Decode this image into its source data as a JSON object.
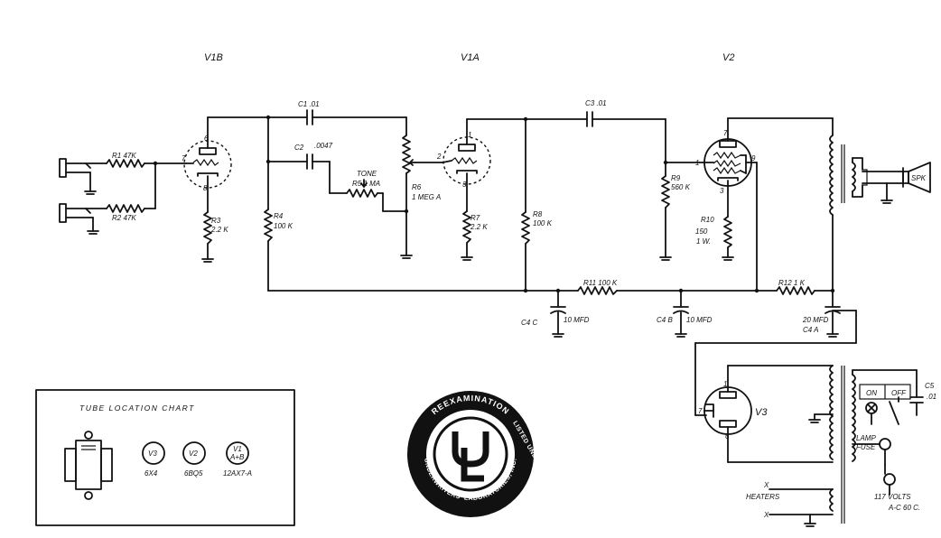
{
  "title": "",
  "tubes": {
    "v1b": {
      "name": "V1B"
    },
    "v1a": {
      "name": "V1A"
    },
    "v2": {
      "name": "V2"
    },
    "v3": {
      "name": "V3"
    }
  },
  "components": {
    "c1": "C1  .01",
    "c2": "C2",
    "c2_val": ".0047",
    "c3": "C3  .01",
    "r1": "R1  47K",
    "r2": "R2  47K",
    "r3": "R3",
    "r3_val": "2.2 K",
    "r4": "R4",
    "r4_val": "100 K",
    "r5": "R5   1 MA",
    "r5_tone": "TONE",
    "r6": "R6",
    "r6_val": "1 MEG A",
    "r7": "R7",
    "r7_val": "2.2 K",
    "r8": "R8",
    "r8_val": "100 K",
    "r9": "R9",
    "r9_val": "560 K",
    "r10": "R10",
    "r10_val": "150",
    "r10_watt": "1 W.",
    "r11": "R11  100 K",
    "r12": "R12  1 K",
    "c4c": "C4 C",
    "c4c_val": "10 MFD",
    "c4b": "C4 B",
    "c4b_val": "10 MFD",
    "c4a": "C4 A",
    "c4a_val": "20 MFD",
    "c5": "C5",
    "c5_val": ".01",
    "spk": "SPK"
  },
  "pins": {
    "p_v1b_plate": "6",
    "p_v1b_grid": "7",
    "p_v1b_cath": "8",
    "p_v1a_plate": "1",
    "p_v1a_grid": "2",
    "p_v1a_cath": "3",
    "p_v2_plate": "7",
    "p_v2_grid": "1",
    "p_v2_g2": "9",
    "p_v2_cath": "3",
    "p_v3_a": "1",
    "p_v3_b": "7",
    "p_v3_k": "6"
  },
  "power": {
    "on": "ON",
    "off": "OFF",
    "lamp": "LAMP",
    "fuse": "FUSE",
    "mains": "117 VOLTS",
    "mains_sub": "A-C  60 C.",
    "heaters": "HEATERS",
    "x1": "X",
    "x2": "X"
  },
  "chart": {
    "title": "TUBE LOCATION CHART",
    "tubes": [
      {
        "label": "V3",
        "type": "6X4"
      },
      {
        "label": "V2",
        "type": "6BQ5"
      },
      {
        "label": "V1",
        "sub": "A+B",
        "type": "12AX7-A"
      }
    ]
  },
  "seal": {
    "top": "REEXAMINATION",
    "right": "LISTED UNDER",
    "bottom": "UNDERWRITERS' LABORATORIES, INC.",
    "left": "REEXAMINATION",
    "mark": "UL"
  }
}
